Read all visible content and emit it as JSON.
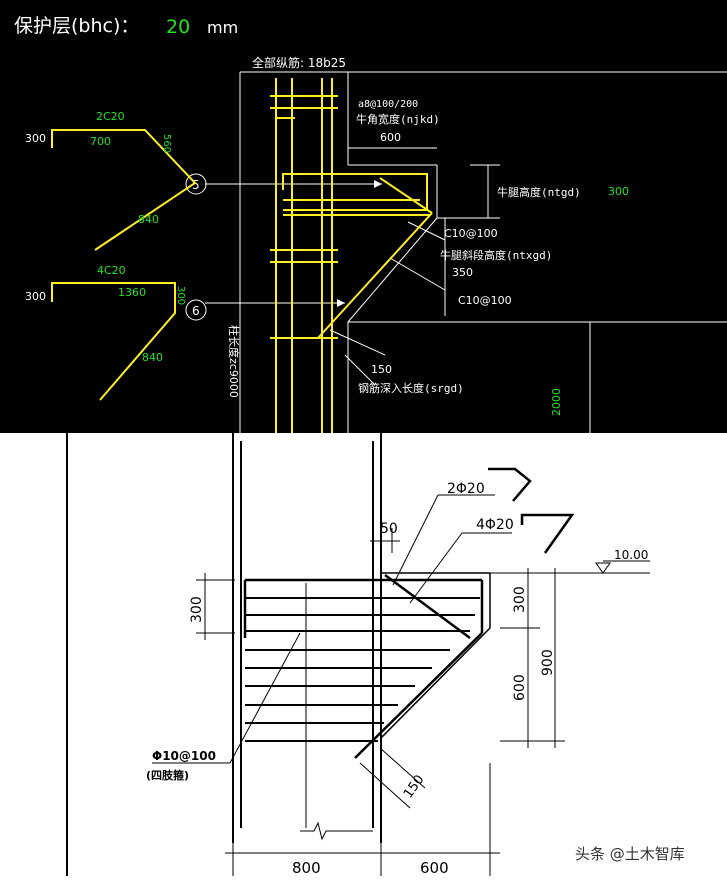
{
  "header": {
    "label": "保护层(bhc)：",
    "value": "20",
    "unit": "mm"
  },
  "top": {
    "main_bar": "全部纵筋: 18b25",
    "stirrup": "a8@100/200",
    "width_label": "牛角宽度(njkd)",
    "width_value": "600",
    "height_label": "牛腿高度(ntgd)",
    "height_value": "300",
    "c10_1": "C10@100",
    "slope_label": "牛腿斜段高度(ntxgd)",
    "slope_value": "350",
    "c10_2": "C10@100",
    "anchor_value": "150",
    "anchor_label": "钢筋深入长度(srgd)",
    "col_label": "柱长度zc9000",
    "beam_value": "2000",
    "marker_5": "5",
    "marker_6": "6",
    "bar1": {
      "spec": "2C20",
      "d300": "300",
      "d700": "700",
      "d560": "560",
      "d840": "840"
    },
    "bar2": {
      "spec": "4C20",
      "d300": "300",
      "d1360": "1360",
      "d300b": "300",
      "d840": "840"
    }
  },
  "bottom": {
    "bar_2": "2Φ20",
    "bar_4": "4Φ20",
    "d50": "50",
    "elev": "10.00",
    "d300_left": "300",
    "d300_right": "300",
    "d600": "600",
    "d900": "900",
    "d150": "150",
    "stirrup_spec": "Φ10@100",
    "stirrup_note": "(四肢箍)",
    "d800": "800",
    "d600_bottom": "600",
    "watermark": "头条 @土木智库"
  }
}
